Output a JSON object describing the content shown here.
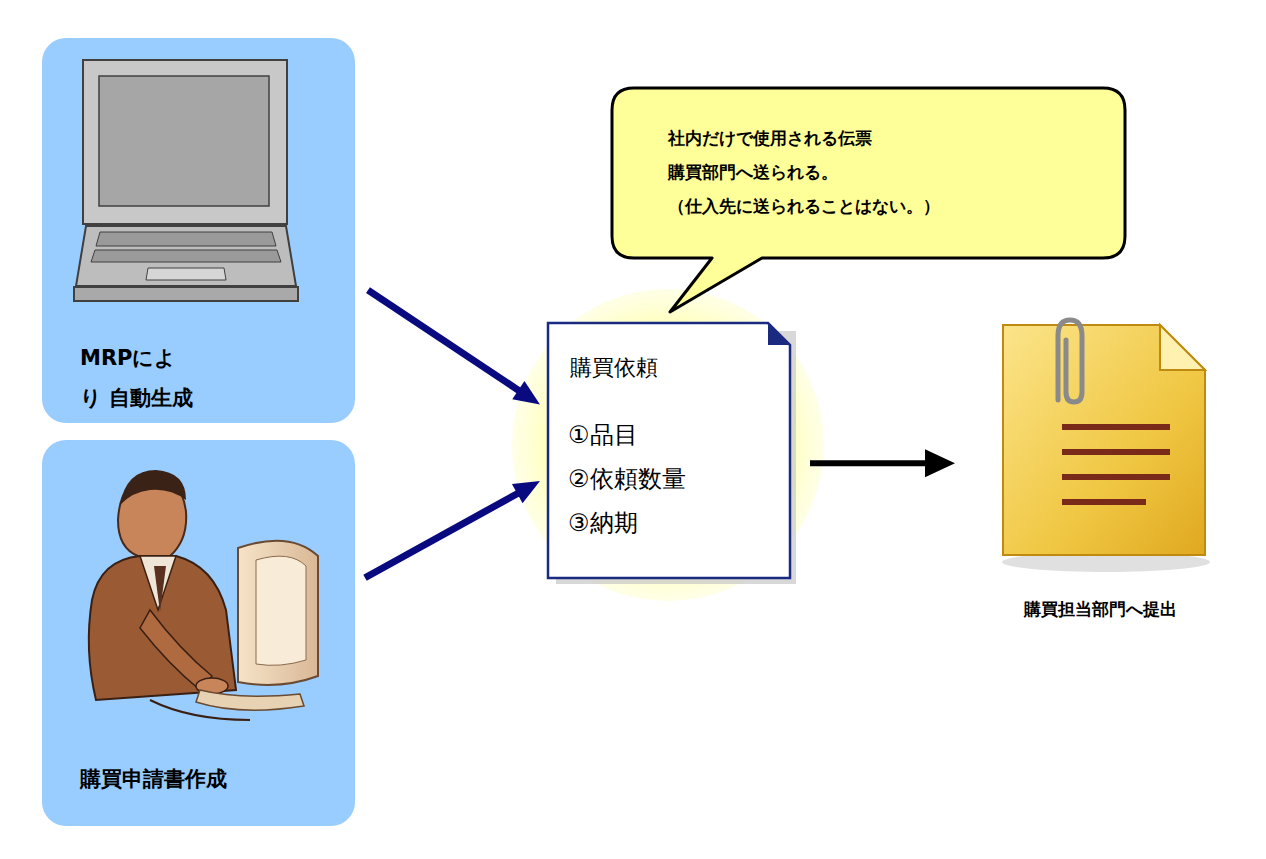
{
  "diagram": {
    "nodes": [
      {
        "text": [
          "MRPにより 自動生成"
        ]
      },
      {
        "text": [
          "購買申請書作成"
        ]
      },
      {
        "text": [
          "社内だけで使用される伝票",
          "購買部門へ送られる。",
          "（仕入先に送られることはない。）"
        ]
      },
      {
        "text": [
          "購買依頼",
          "①品目",
          "②依頼数量",
          "③納期"
        ]
      },
      {
        "text": [
          "購買担当部門へ提出"
        ]
      }
    ],
    "edges": [
      {
        "from": 0,
        "to": 3,
        "arrow": "to"
      },
      {
        "from": 1,
        "to": 3,
        "arrow": "to"
      },
      {
        "from": 3,
        "to": 4,
        "arrow": "to"
      }
    ]
  }
}
